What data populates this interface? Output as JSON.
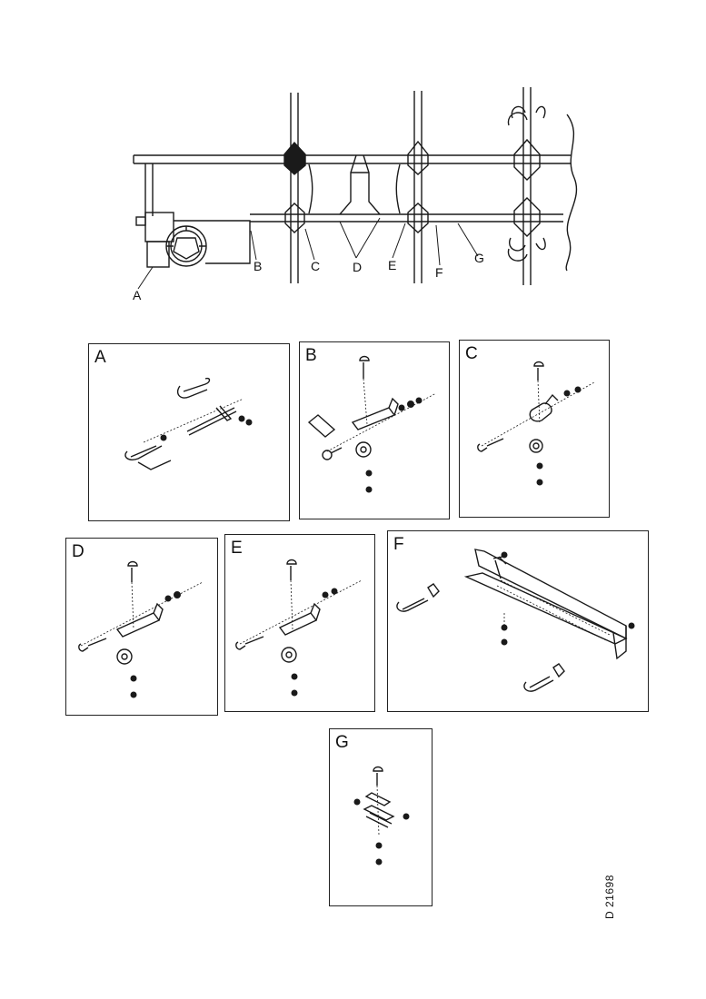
{
  "overview": {
    "callouts": [
      "A",
      "B",
      "C",
      "D",
      "E",
      "F",
      "G"
    ]
  },
  "panels": [
    {
      "id": "panel-a",
      "label": "A"
    },
    {
      "id": "panel-b",
      "label": "B"
    },
    {
      "id": "panel-c",
      "label": "C"
    },
    {
      "id": "panel-d",
      "label": "D"
    },
    {
      "id": "panel-e",
      "label": "E"
    },
    {
      "id": "panel-f",
      "label": "F"
    },
    {
      "id": "panel-g",
      "label": "G"
    }
  ],
  "drawing_code": "D 21698",
  "colors": {
    "line": "#1a1a1a",
    "background": "#ffffff"
  }
}
